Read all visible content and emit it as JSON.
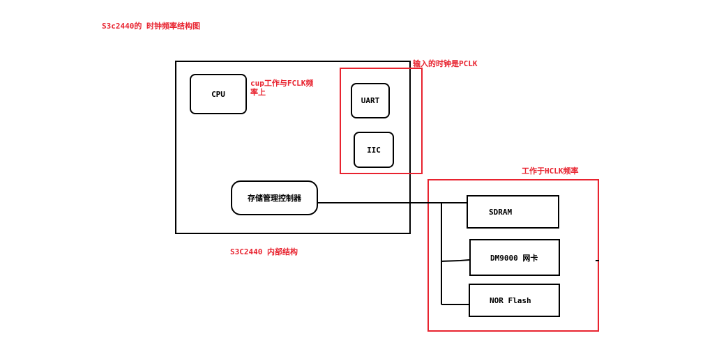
{
  "title": "S3c2440的 时钟频率结构图",
  "soc": {
    "caption": "S3C2440 内部结构",
    "cpu": "CPU",
    "cpu_note": "cup工作与FCLK频率上",
    "mem_ctrl": "存储管理控制器"
  },
  "pclk_group": {
    "label": "输入的时钟是PCLK",
    "uart": "UART",
    "iic": "IIC"
  },
  "hclk_group": {
    "label": "工作于HCLK频率",
    "sdram": "SDRAM",
    "dm9000": "DM9000 网卡",
    "nor": "NOR Flash"
  },
  "colors": {
    "annotation": "#e8232f",
    "outline": "#000000"
  }
}
